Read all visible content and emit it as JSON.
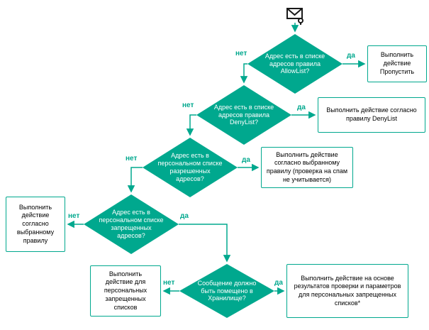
{
  "colors": {
    "accent": "#00a88e",
    "diamond_text": "#ffffff",
    "box_text": "#000000",
    "background": "#ffffff",
    "icon": "#1a1a1a"
  },
  "labels": {
    "yes": "да",
    "no": "нет"
  },
  "icons": {
    "email": "email-envelope-icon"
  },
  "nodes": {
    "d1": {
      "text": "Адрес есть в списке адресов правила AllowList?"
    },
    "d2": {
      "text": "Адрес есть в списке адресов правила DenyList?"
    },
    "d3": {
      "text": "Адрес есть в персональном списке разрешенных адресов?"
    },
    "d4": {
      "text": "Адрес есть в персональном списке запрещенных адресов?"
    },
    "d5": {
      "text": "Сообщение должно быть помещено в Хранилище?"
    },
    "r1": {
      "text": "Выполнить действие Пропустить"
    },
    "r2": {
      "text": "Выполнить действие согласно правилу DenyList"
    },
    "r3": {
      "text": "Выполнить действие согласно выбранному правилу (проверка на спам не учитывается)"
    },
    "r4": {
      "text": "Выполнить действие согласно выбранному правилу"
    },
    "r5": {
      "text": "Выполнить действие для персональных запрещенных списков"
    },
    "r6": {
      "text": "Выполнить действие на основе результатов проверки и параметров для персональных запрещенных списков*"
    }
  }
}
